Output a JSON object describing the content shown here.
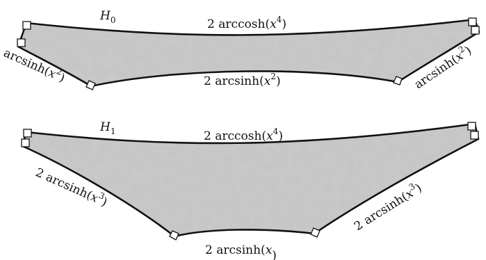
{
  "hexagons": [
    {
      "name": "H",
      "subscript": "0",
      "top_label": {
        "pre": "2 arccosh(",
        "base": "x",
        "exp": "4",
        "post": ")"
      },
      "bottom_label": {
        "pre": "2 arcsinh(",
        "base": "x",
        "exp": "2",
        "post": ")"
      },
      "left_label": {
        "pre": "arcsinh(",
        "base": "x",
        "exp": "2",
        "post": ")"
      },
      "right_label": {
        "pre": "arcsinh(",
        "base": "x",
        "exp": "2",
        "post": ")"
      }
    },
    {
      "name": "H",
      "subscript": "1",
      "top_label": {
        "pre": "2 arccosh(",
        "base": "x",
        "exp": "4",
        "post": ")"
      },
      "bottom_label": {
        "pre": "2 arcsinh(",
        "base": "x",
        "exp": "",
        "post": ")"
      },
      "left_label": {
        "pre": "2 arcsinh(",
        "base": "x",
        "exp": "3",
        "post": ")"
      },
      "right_label": {
        "pre": "2 arcsinh(",
        "base": "x",
        "exp": "3",
        "post": ")"
      }
    }
  ]
}
